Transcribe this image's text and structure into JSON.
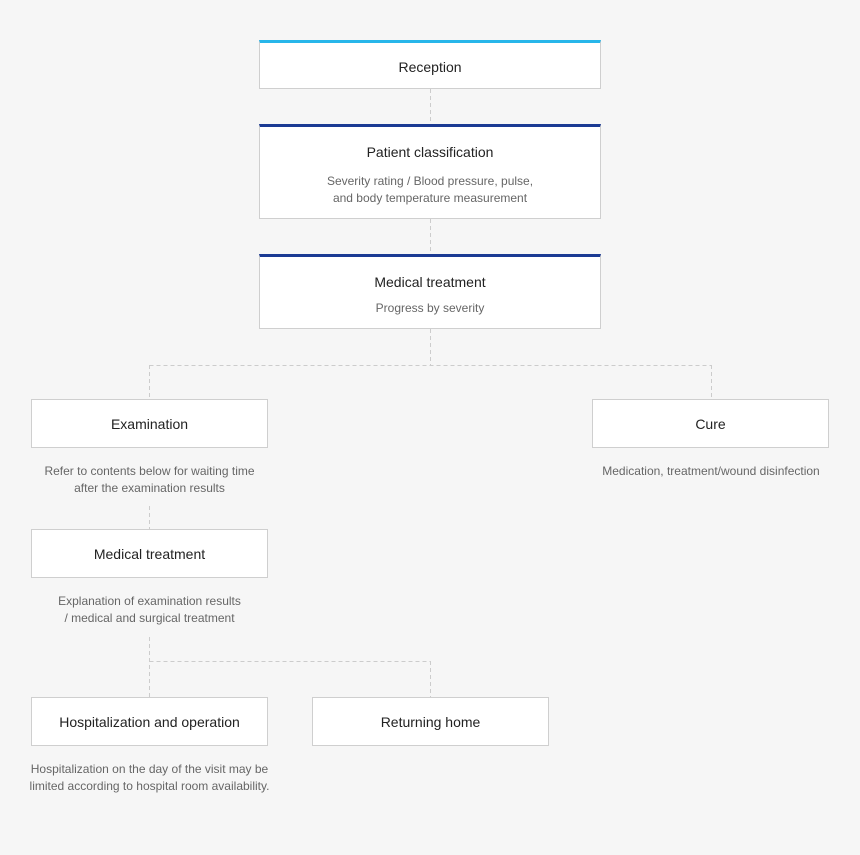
{
  "steps": {
    "reception": {
      "title": "Reception"
    },
    "patient_classification": {
      "title": "Patient classification",
      "desc": "Severity rating / Blood pressure, pulse,\nand body temperature measurement"
    },
    "medical_treatment_top": {
      "title": "Medical treatment",
      "desc": "Progress by severity"
    },
    "examination": {
      "title": "Examination",
      "note": "Refer to contents below for waiting time\nafter the examination results"
    },
    "cure": {
      "title": "Cure",
      "note": "Medication, treatment/wound disinfection"
    },
    "medical_treatment_bottom": {
      "title": "Medical treatment",
      "note": "Explanation of examination results\n/ medical and surgical treatment"
    },
    "hospitalization": {
      "title": "Hospitalization and operation",
      "note": "Hospitalization on the day of the visit may be\nlimited according to hospital room availability."
    },
    "returning_home": {
      "title": "Returning home"
    }
  },
  "colors": {
    "accent_light": "#27b6ea",
    "accent_dark": "#1b3a93",
    "connector": "#cccccc",
    "background": "#f6f6f6"
  }
}
